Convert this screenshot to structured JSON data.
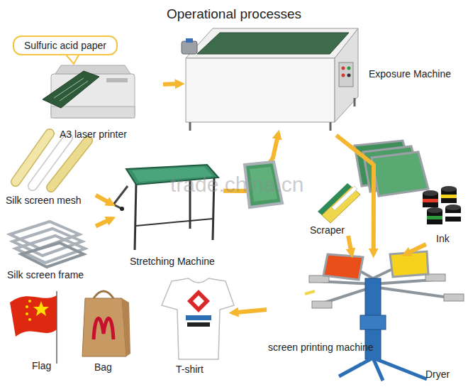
{
  "diagram": {
    "title": "Operational processes",
    "nodes": [
      {
        "text": [
          "Sulfuric acid paper"
        ]
      },
      {
        "text": [
          "A3 laser printer"
        ]
      },
      {
        "text": [
          "Exposure Machine"
        ]
      },
      {
        "text": [
          "Silk screen mesh"
        ]
      },
      {
        "text": [
          "Stretching Machine"
        ]
      },
      {
        "text": [
          "Silk screen frame"
        ]
      },
      {
        "text": [
          "Scraper"
        ]
      },
      {
        "text": [
          "Ink"
        ]
      },
      {
        "text": [
          "screen printing machine"
        ]
      },
      {
        "text": [
          "Flag"
        ]
      },
      {
        "text": [
          "Bag"
        ]
      },
      {
        "text": [
          "T-shirt"
        ]
      }
    ],
    "edges": [
      {
        "from": 1,
        "to": 2,
        "arrow": "to"
      },
      {
        "from": 3,
        "to": 4,
        "arrow": "to"
      },
      {
        "from": 5,
        "to": 4,
        "arrow": "to"
      },
      {
        "from": 4,
        "to": 2,
        "arrow": "to"
      },
      {
        "from": 2,
        "to": 8,
        "arrow": "to"
      },
      {
        "from": 6,
        "to": 8,
        "arrow": "to"
      },
      {
        "from": 7,
        "to": 8,
        "arrow": "to"
      },
      {
        "from": 8,
        "to": 11,
        "arrow": "to"
      }
    ],
    "labels": [
      "trade.china.cn",
      "Dryer"
    ]
  }
}
